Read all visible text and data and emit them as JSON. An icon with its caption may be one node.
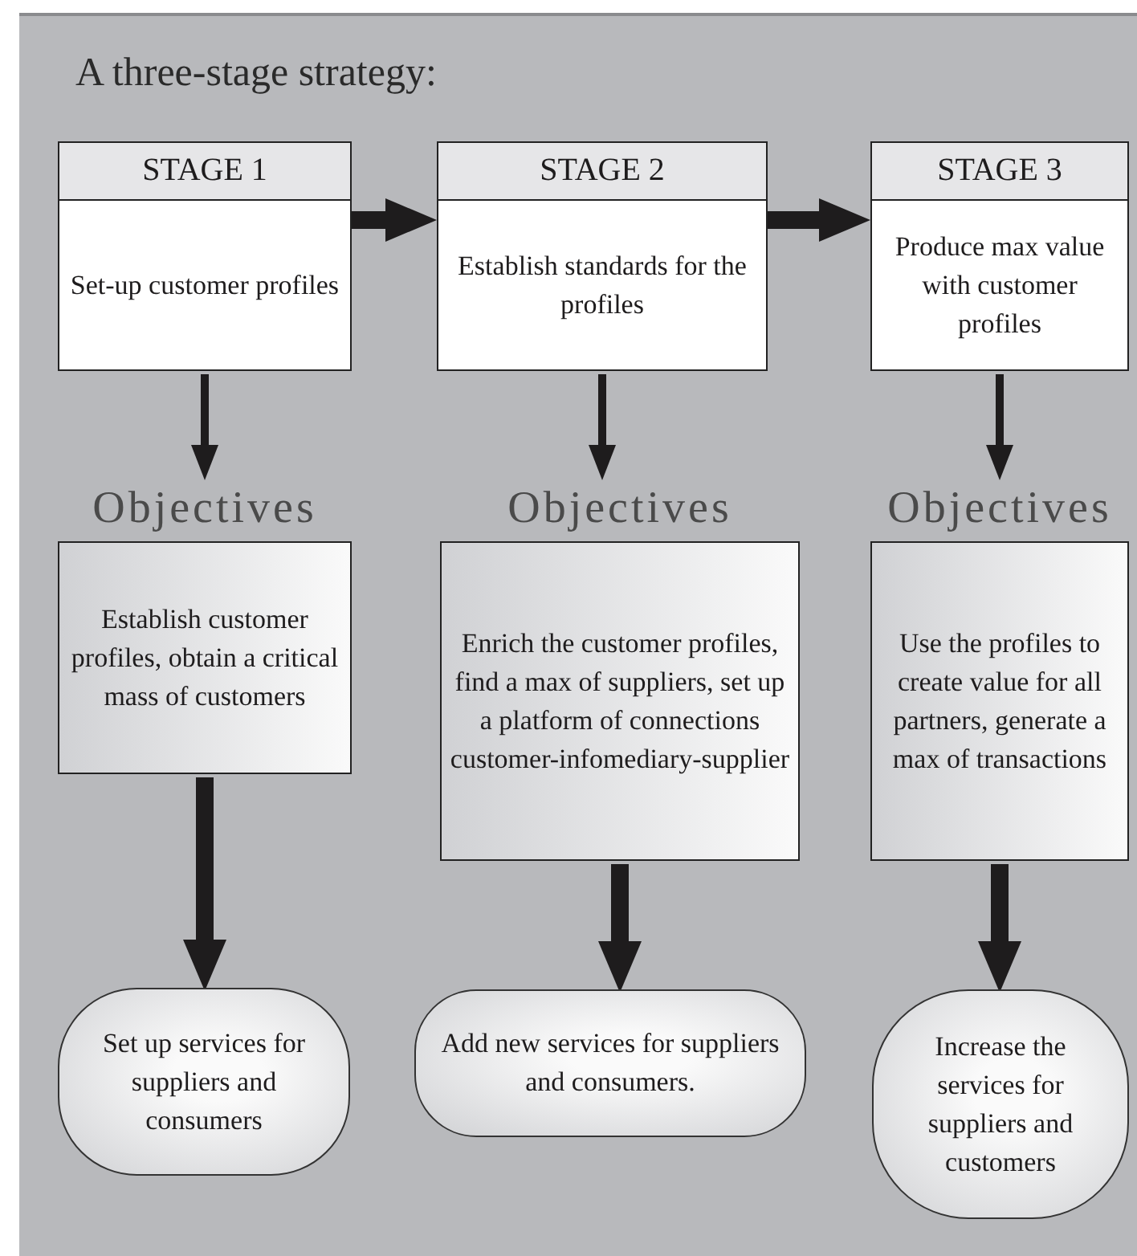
{
  "diagram": {
    "title": "A three-stage strategy:",
    "nodes": [
      {
        "text": [
          "STAGE 1",
          "Set-up customer profiles"
        ]
      },
      {
        "text": [
          "STAGE 2",
          "Establish standards for the profiles"
        ]
      },
      {
        "text": [
          "STAGE 3",
          "Produce max value with customer profiles"
        ]
      },
      {
        "text": [
          "Objectives",
          "Establish customer profiles, obtain a critical mass of customers"
        ]
      },
      {
        "text": [
          "Objectives",
          "Enrich the customer profiles, find a max of suppliers, set up a platform of connections customer-infomediary-supplier"
        ]
      },
      {
        "text": [
          "Objectives",
          "Use the profiles to create value for all partners, generate a max of transactions"
        ]
      },
      {
        "text": [
          "Set up services for suppliers and consumers"
        ]
      },
      {
        "text": [
          "Add new services for suppliers and consumers."
        ]
      },
      {
        "text": [
          "Increase the services for suppliers and customers"
        ]
      }
    ],
    "edges": [
      {
        "from": 0,
        "to": 1,
        "arrow": "to"
      },
      {
        "from": 1,
        "to": 2,
        "arrow": "to"
      },
      {
        "from": 0,
        "to": 3,
        "arrow": "to"
      },
      {
        "from": 1,
        "to": 4,
        "arrow": "to"
      },
      {
        "from": 2,
        "to": 5,
        "arrow": "to"
      },
      {
        "from": 3,
        "to": 6,
        "arrow": "to"
      },
      {
        "from": 4,
        "to": 7,
        "arrow": "to"
      },
      {
        "from": 5,
        "to": 8,
        "arrow": "to"
      }
    ]
  }
}
